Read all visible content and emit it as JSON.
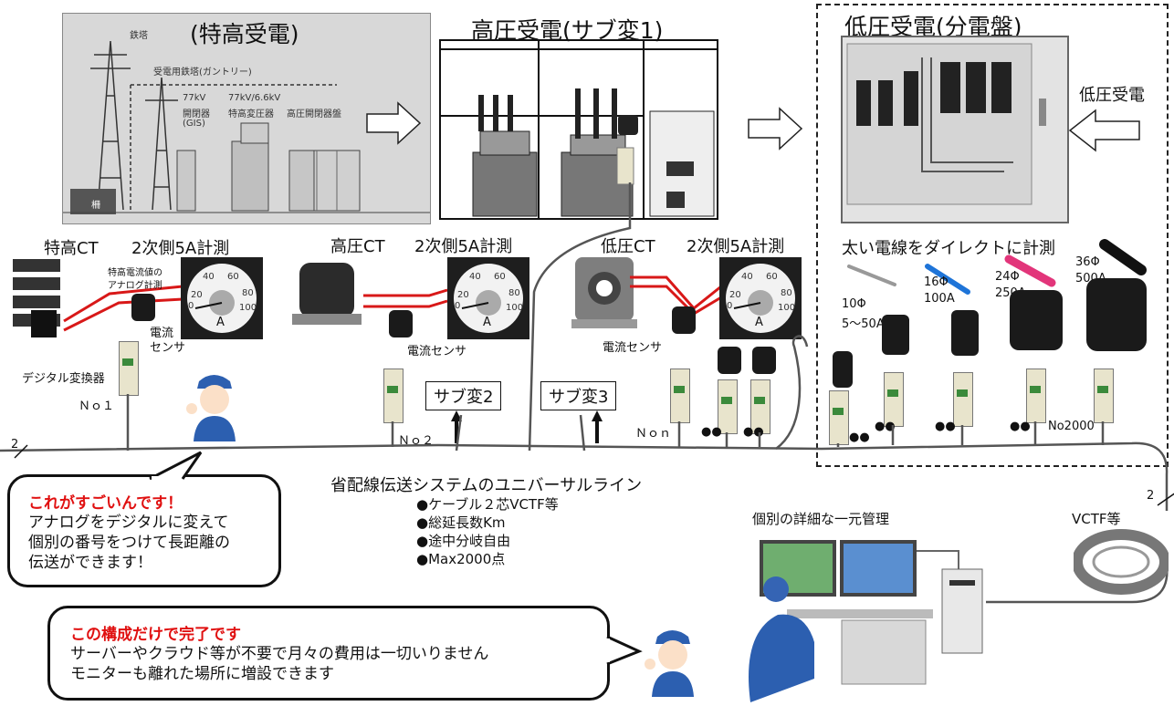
{
  "sections": {
    "tokko_title": "(特高受電)",
    "subhen_title": "高圧受電(サブ変1)",
    "bunden_title": "低圧受電(分電盤)"
  },
  "tokko_panel": {
    "tetto": "鉄塔",
    "gantry": "受電用鉄塔(ガントリー)",
    "gis_1": "77kV",
    "gis_2": "開閉器",
    "gis_3": "(GIS)",
    "trans_1": "77kV/6.6kV",
    "trans_2": "特高変圧器",
    "kaiheiki": "高圧開閉器盤",
    "fence": "柵"
  },
  "bunden_panel": {
    "teiatsu_input": "低圧受電",
    "direct_title": "太い電線をダイレクトに計測",
    "w10_a": "10Φ",
    "w10_b": "5～50A",
    "w16_a": "16Φ",
    "w16_b": "100A",
    "w24_a": "24Φ",
    "w24_b": "250A",
    "w36_a": "36Φ",
    "w36_b": "500A",
    "no2000": "No2000",
    "dots": "●●"
  },
  "ct_labels": {
    "tokko_ct": "特高CT",
    "tokko_5a": "2次側5A計測",
    "tokko_analog_1": "特高電流値の",
    "tokko_analog_2": "アナログ計測",
    "tokko_sensor_1": "電流",
    "tokko_sensor_2": "センサ",
    "digital_conv": "デジタル変換器",
    "no1": "Ｎｏ１",
    "koatsu_ct": "高圧CT",
    "koatsu_5a": "2次側5A計測",
    "koatsu_sensor": "電流センサ",
    "no2": "Ｎｏ２",
    "teiatsu_ct": "低圧CT",
    "teiatsu_5a": "2次側5A計測",
    "teiatsu_sensor": "電流センサ",
    "non": "Ｎｏｎ",
    "dots": "●●"
  },
  "meter": {
    "unit": "A",
    "ticks": [
      "0",
      "20",
      "40",
      "60",
      "80",
      "100"
    ]
  },
  "subs": {
    "sub2": "サブ変2",
    "sub3": "サブ変3"
  },
  "line": {
    "pair_mark": "2"
  },
  "universal": {
    "title": "省配線伝送システムのユニバーサルライン",
    "items": [
      "●ケーブル２芯VCTF等",
      "●総延長数Km",
      "●途中分岐自由",
      "●Max2000点"
    ]
  },
  "bubble1": {
    "headline": "これがすごいんです！",
    "line1": "アナログをデジタルに変えて",
    "line2": "個別の番号をつけて長距離の",
    "line3": "伝送ができます！"
  },
  "bubble2": {
    "headline": "この構成だけで完了です",
    "line1": "サーバーやクラウド等が不要で月々の費用は一切いりません",
    "line2": "モニターも離れた場所に増設できます"
  },
  "management": {
    "title": "個別の詳細な一元管理",
    "vctf": "VCTF等"
  },
  "colors": {
    "accent_red": "#e01010",
    "wire_red": "#d81818",
    "panel_gray": "#d8d8d8",
    "worker_blue": "#2c5fb0"
  }
}
